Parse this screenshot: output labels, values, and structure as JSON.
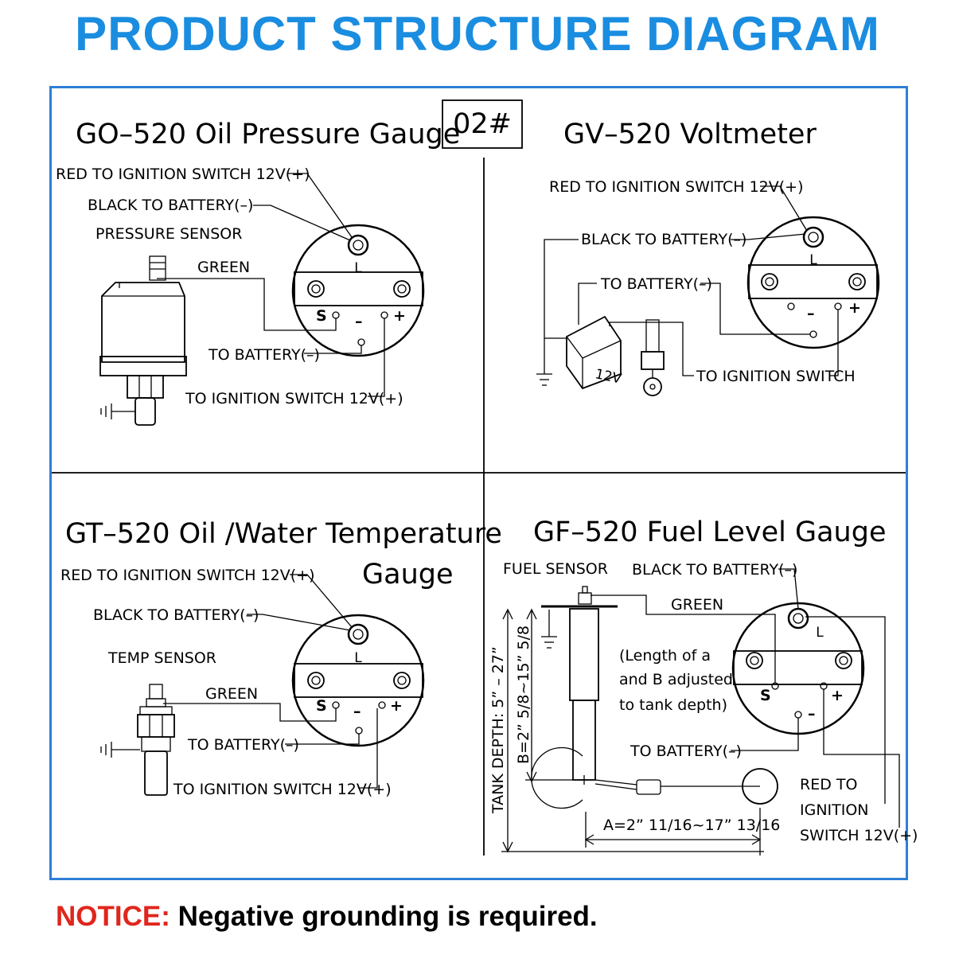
{
  "page": {
    "title": "PRODUCT STRUCTURE DIAGRAM",
    "model_tag": "02#",
    "notice_label": "NOTICE:",
    "notice_text": "Negative grounding is required.",
    "colors": {
      "title": "#1a8de0",
      "frame": "#2e7fd6",
      "notice_label": "#e0261c",
      "line": "#000000"
    }
  },
  "oil_pressure": {
    "heading": "GO–520   Oil Pressure Gauge",
    "red_wire": "RED TO IGNITION SWITCH 12V(+)",
    "black_wire": "BLACK TO BATTERY(–)",
    "sensor": "PRESSURE SENSOR",
    "green": "GREEN",
    "to_battery": "TO BATTERY(–)",
    "to_ignition": "TO IGNITION SWITCH 12V(+)"
  },
  "voltmeter": {
    "heading": "GV–520     Voltmeter",
    "red_wire": "RED TO IGNITION SWITCH 12V(+)",
    "black_wire": "BLACK TO BATTERY(–)",
    "to_battery": "TO BATTERY(–)",
    "to_ignition": "TO IGNITION SWITCH",
    "battery_mark": "12V"
  },
  "temperature": {
    "heading_line1": "GT–520   Oil /Water Temperature",
    "heading_line2": "Gauge",
    "red_wire": "RED TO IGNITION SWITCH 12V(+)",
    "black_wire": "BLACK TO BATTERY(–)",
    "sensor": "TEMP SENSOR",
    "green": "GREEN",
    "to_battery": "TO BATTERY(–)",
    "to_ignition": "TO IGNITION SWITCH 12V(+)"
  },
  "fuel": {
    "heading": "GF–520    Fuel Level Gauge",
    "sensor": "FUEL SENSOR",
    "black_wire": "BLACK TO BATTERY(–)",
    "green": "GREEN",
    "note_line1": "(Length of a",
    "note_line2": "and B adjusted",
    "note_line3": "to tank depth)",
    "to_battery": "TO BATTERY(–)",
    "red_line1": "RED TO",
    "red_line2": "IGNITION",
    "red_line3": "SWITCH 12V(+)",
    "tank_depth": "TANK DEPTH: 5” – 27”",
    "dim_b": "B=2” 5/8~15” 5/8",
    "dim_a": "A=2” 11/16~17” 13/16"
  },
  "terminals": {
    "s": "S",
    "minus": "–",
    "plus": "+",
    "l": "L"
  }
}
